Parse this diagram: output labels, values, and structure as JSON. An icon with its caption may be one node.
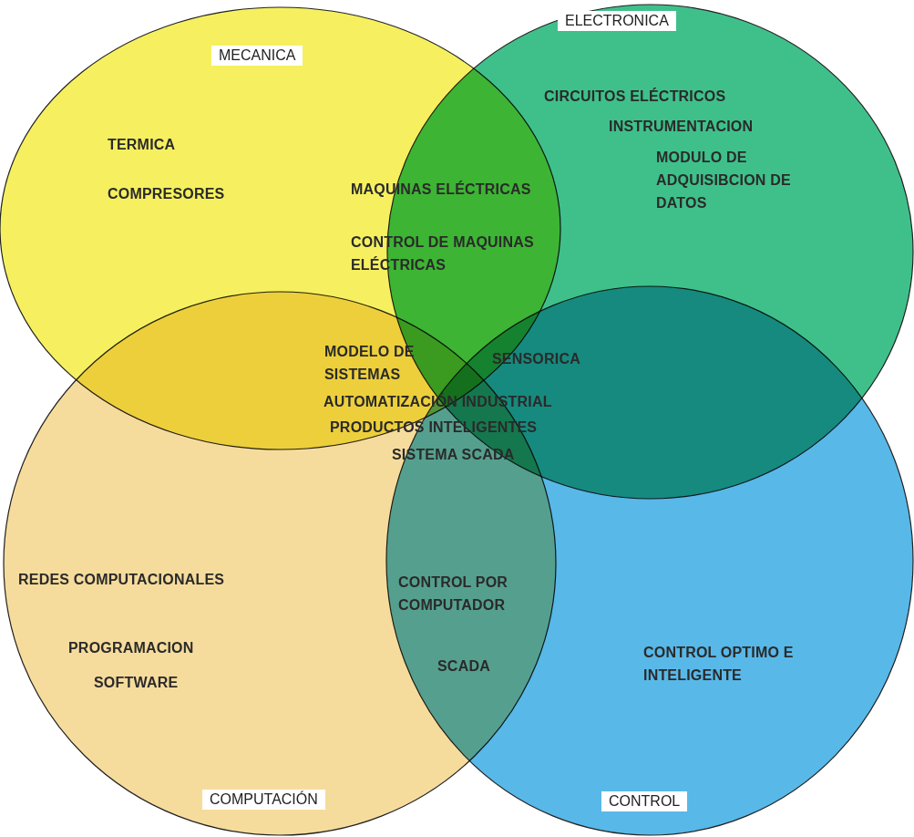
{
  "diagram": {
    "nodes": [
      {
        "text": [
          "MECANICA",
          "TERMICA",
          "COMPRESORES"
        ]
      },
      {
        "text": [
          "ELECTRONICA",
          "CIRCUITOS ELÉCTRICOS",
          "INSTRUMENTACION",
          "MODULO DE ADQUISIBCION DE DATOS"
        ]
      },
      {
        "text": [
          "REDES COMPUTACIONALES",
          "PROGRAMACION",
          "SOFTWARE",
          "COMPUTACIÓN"
        ]
      },
      {
        "text": [
          "CONTROL OPTIMO E INTELIGENTE",
          "CONTROL"
        ]
      }
    ],
    "edges": [],
    "labels": [
      "MAQUINAS ELÉCTRICAS",
      "CONTROL DE MAQUINAS ELÉCTRICAS",
      "MODELO DE SISTEMAS",
      "SENSORICA",
      "AUTOMATIZACIÓN INDUSTRIAL",
      "PRODUCTOS INTELIGENTES",
      "SISTEMA SCADA",
      "CONTROL POR COMPUTADOR",
      "SCADA"
    ]
  }
}
